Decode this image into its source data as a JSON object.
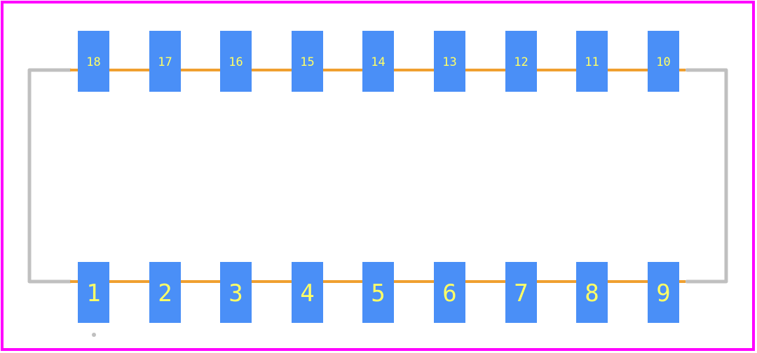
{
  "colors": {
    "background": "#ffffff",
    "board_outline": "#ff00ff",
    "silkscreen": "#c0c0c0",
    "pad": "#4a8ff7",
    "trace": "#f0a030",
    "pad_label": "#ffff66",
    "pin1_marker": "#c0c0c0"
  },
  "footprint": {
    "pins_top": [
      {
        "label": "18"
      },
      {
        "label": "17"
      },
      {
        "label": "16"
      },
      {
        "label": "15"
      },
      {
        "label": "14"
      },
      {
        "label": "13"
      },
      {
        "label": "12"
      },
      {
        "label": "11"
      },
      {
        "label": "10"
      }
    ],
    "pins_bottom": [
      {
        "label": "1"
      },
      {
        "label": "2"
      },
      {
        "label": "3"
      },
      {
        "label": "4"
      },
      {
        "label": "5"
      },
      {
        "label": "6"
      },
      {
        "label": "7"
      },
      {
        "label": "8"
      },
      {
        "label": "9"
      }
    ]
  }
}
